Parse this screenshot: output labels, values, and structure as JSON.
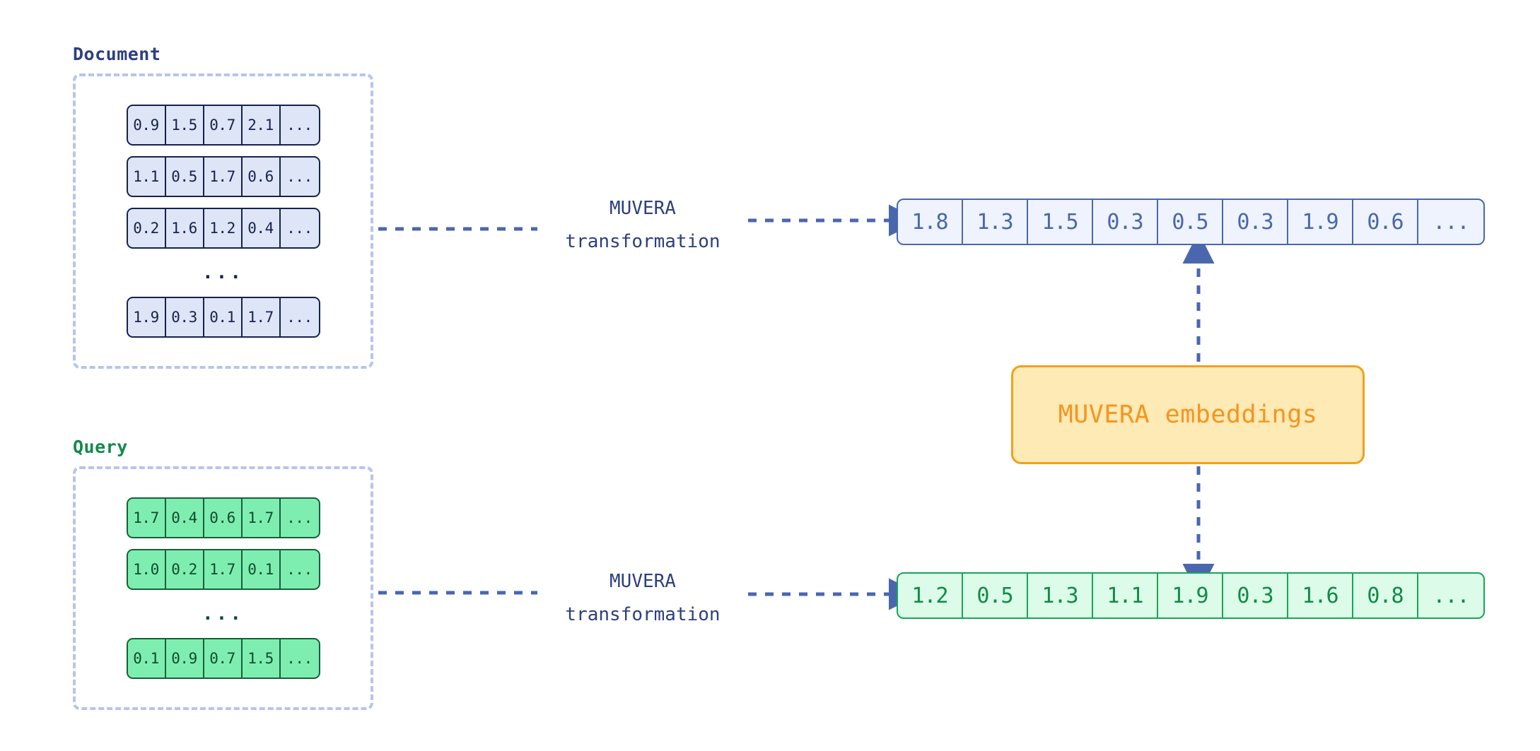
{
  "diagram": {
    "title_implied": "MUVERA transformation of document and query multi-vector embeddings"
  },
  "document_group": {
    "label": "Document",
    "rows": [
      [
        "0.9",
        "1.5",
        "0.7",
        "2.1",
        "..."
      ],
      [
        "1.1",
        "0.5",
        "1.7",
        "0.6",
        "..."
      ],
      [
        "0.2",
        "1.6",
        "1.2",
        "0.4",
        "..."
      ]
    ],
    "ellipsis": "...",
    "last_row": [
      "1.9",
      "0.3",
      "0.1",
      "1.7",
      "..."
    ],
    "colors": {
      "label": "#2c3f80",
      "cell_fill": "#dee5f7",
      "cell_border": "#16224c",
      "container_border": "#b6c4ee"
    }
  },
  "query_group": {
    "label": "Query",
    "rows": [
      [
        "1.7",
        "0.4",
        "0.6",
        "1.7",
        "..."
      ],
      [
        "1.0",
        "0.2",
        "1.7",
        "0.1",
        "..."
      ]
    ],
    "ellipsis": "...",
    "last_row": [
      "0.1",
      "0.9",
      "0.7",
      "1.5",
      "..."
    ],
    "colors": {
      "label": "#138a4c",
      "cell_fill": "#7eeeb0",
      "cell_border": "#15603a",
      "container_border": "#b6c4ee"
    }
  },
  "transform_top": {
    "line1": "MUVERA",
    "line2": "transformation"
  },
  "transform_bottom": {
    "line1": "MUVERA",
    "line2": "transformation"
  },
  "output_document": {
    "cells": [
      "1.8",
      "1.3",
      "1.5",
      "0.3",
      "0.5",
      "0.3",
      "1.9",
      "0.6",
      "..."
    ],
    "colors": {
      "fill": "#eef3fd",
      "border": "#4a67ae",
      "text": "#4a67ae"
    }
  },
  "output_query": {
    "cells": [
      "1.2",
      "0.5",
      "1.3",
      "1.1",
      "1.9",
      "0.3",
      "1.6",
      "0.8",
      "..."
    ],
    "colors": {
      "fill": "#dcfce9",
      "border": "#18a558",
      "text": "#118a48"
    }
  },
  "muvera_box": {
    "text": "MUVERA embeddings",
    "colors": {
      "fill": "#fdeab5",
      "border": "#f2a01d",
      "text": "#f7941d"
    }
  },
  "connectors": {
    "arrow_color": "#4a67ae",
    "dash_color": "#4a67ae",
    "items": [
      {
        "name": "doc-to-transform",
        "style": "dashed",
        "arrow": false
      },
      {
        "name": "transform-to-doc-output",
        "style": "dashed",
        "arrow": true
      },
      {
        "name": "qry-to-transform",
        "style": "dashed",
        "arrow": false
      },
      {
        "name": "transform-to-qry-output",
        "style": "dashed",
        "arrow": true
      },
      {
        "name": "muvera-up-to-doc-output",
        "style": "dashed",
        "arrow": true
      },
      {
        "name": "muvera-down-to-qry-output",
        "style": "dashed",
        "arrow": true
      }
    ]
  }
}
